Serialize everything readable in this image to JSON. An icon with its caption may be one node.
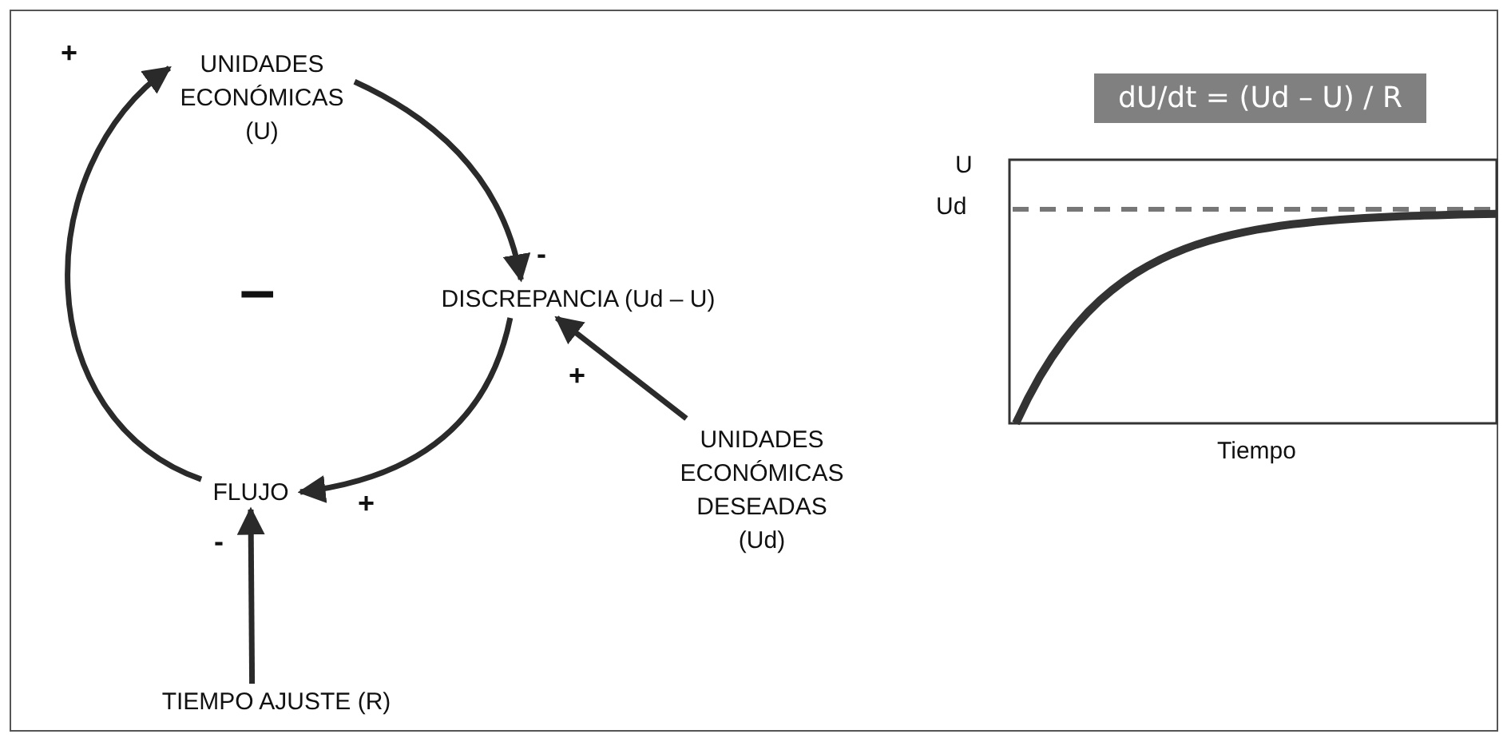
{
  "diagram": {
    "nodes": [
      {
        "text": [
          "UNIDADES ECONÓMICAS (U)"
        ]
      },
      {
        "text": [
          "DISCREPANCIA (Ud – U)"
        ]
      },
      {
        "text": [
          "FLUJO"
        ]
      },
      {
        "text": [
          "UNIDADES ECONÓMICAS DESEADAS (Ud)"
        ]
      },
      {
        "text": [
          "TIEMPO AJUSTE (R)"
        ]
      },
      {
        "text": [
          "dU/dt = (Ud – U) / R"
        ]
      }
    ],
    "edges": [
      {
        "from": 0,
        "to": 1,
        "arrow": "to",
        "label": "-"
      },
      {
        "from": 3,
        "to": 1,
        "arrow": "to",
        "label": "+"
      },
      {
        "from": 1,
        "to": 2,
        "arrow": "to",
        "label": "+"
      },
      {
        "from": 2,
        "to": 0,
        "arrow": "to",
        "label": "+"
      },
      {
        "from": 4,
        "to": 2,
        "arrow": "to",
        "label": "-"
      }
    ],
    "labels": [
      "–",
      "U",
      "Ud",
      "Tiempo"
    ]
  }
}
